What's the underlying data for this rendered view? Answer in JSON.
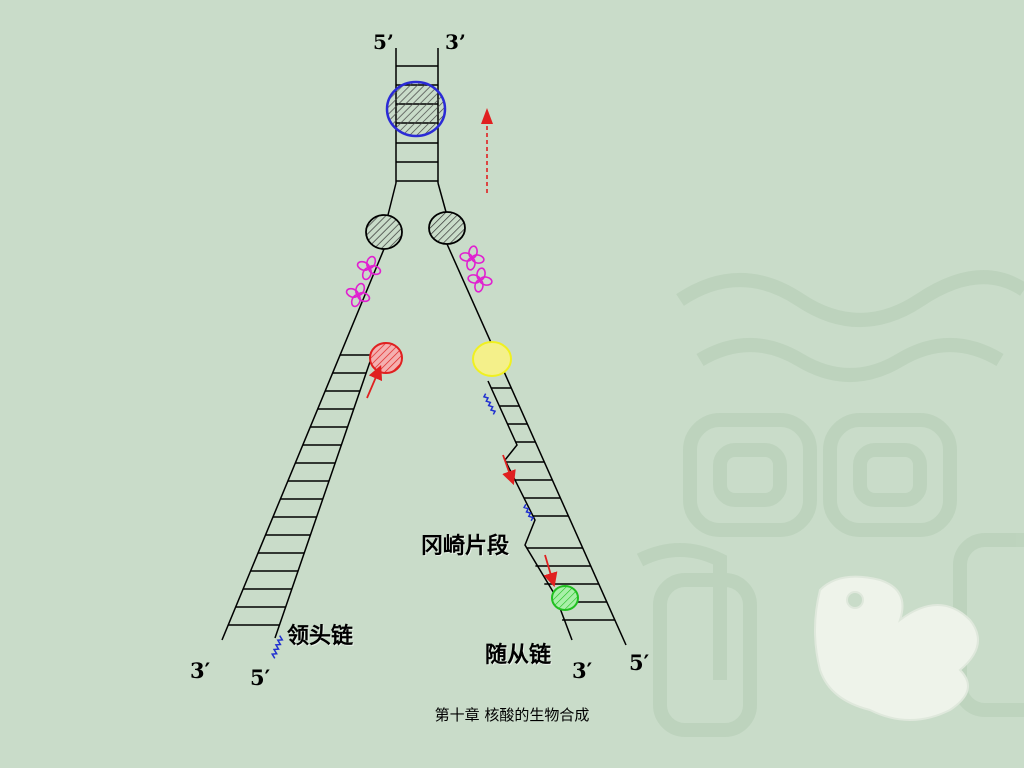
{
  "labels": {
    "top_5prime": "5’",
    "top_3prime": "3’",
    "bottom_left_3prime": "3′",
    "bottom_left_5prime": "5′",
    "bottom_right_3prime": "3′",
    "bottom_right_5prime": "5′"
  },
  "annotations": {
    "okazaki": "冈崎片段",
    "leading": "领头链",
    "lagging": "随从链"
  },
  "footer": "第十章  核酸的生物合成",
  "colors": {
    "background": "#c9dcc9",
    "helicase": "#2b2bd6",
    "ssb": "#e020d0",
    "polymerase_leading": "#e02020",
    "primase": "#f0f020",
    "ligase": "#20c020",
    "rna_primer": "#2030d0",
    "direction_arrow": "#e02020"
  },
  "icons": [
    "helicase-circle",
    "topoisomerase-circle",
    "ssb-flower",
    "polymerase-circle",
    "primase-circle",
    "ligase-circle",
    "direction-arrow-icon"
  ]
}
